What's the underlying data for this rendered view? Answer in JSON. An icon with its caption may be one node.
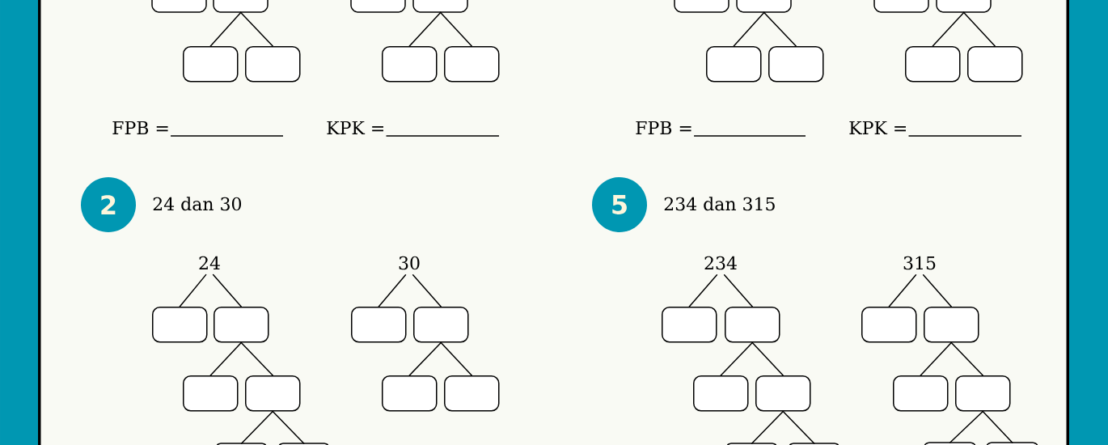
{
  "diagram": {
    "nodes": [
      {
        "text": [],
        "shape": "box"
      },
      {
        "text": [],
        "shape": "box"
      },
      {
        "text": [],
        "shape": "box"
      },
      {
        "text": [],
        "shape": "box"
      },
      {
        "text": [],
        "shape": "box"
      },
      {
        "text": [],
        "shape": "box"
      },
      {
        "text": [],
        "shape": "box"
      },
      {
        "text": [],
        "shape": "box"
      },
      {
        "text": [],
        "shape": "box"
      },
      {
        "text": [],
        "shape": "box"
      },
      {
        "text": [],
        "shape": "box"
      },
      {
        "text": [],
        "shape": "box"
      },
      {
        "text": [],
        "shape": "box"
      },
      {
        "text": [],
        "shape": "box"
      },
      {
        "text": [],
        "shape": "box"
      },
      {
        "text": [],
        "shape": "box"
      },
      {
        "text": [
          "2"
        ],
        "beside": [
          "24 dan 30"
        ]
      },
      {
        "text": [
          "5"
        ],
        "beside": [
          "234 dan 315"
        ]
      },
      {
        "text": [
          "24"
        ]
      },
      {
        "text": [
          "30"
        ]
      },
      {
        "text": [
          "234"
        ]
      },
      {
        "text": [
          "315"
        ]
      },
      {
        "text": [],
        "shape": "box"
      },
      {
        "text": [],
        "shape": "box"
      },
      {
        "text": [],
        "shape": "box"
      },
      {
        "text": [],
        "shape": "box"
      },
      {
        "text": [],
        "shape": "box"
      },
      {
        "text": [],
        "shape": "box"
      },
      {
        "text": [],
        "shape": "box"
      },
      {
        "text": [],
        "shape": "box"
      },
      {
        "text": [],
        "shape": "box"
      },
      {
        "text": [],
        "shape": "box"
      },
      {
        "text": [],
        "shape": "box"
      },
      {
        "text": [],
        "shape": "box"
      },
      {
        "text": [],
        "shape": "box"
      },
      {
        "text": [],
        "shape": "box"
      },
      {
        "text": [],
        "shape": "box"
      },
      {
        "text": [],
        "shape": "box"
      },
      {
        "text": [],
        "shape": "box"
      },
      {
        "text": [],
        "shape": "box"
      },
      {
        "text": [],
        "shape": "box"
      },
      {
        "text": [],
        "shape": "box"
      },
      {
        "text": [],
        "shape": "box"
      },
      {
        "text": [],
        "shape": "box"
      }
    ],
    "edges": [
      {
        "from": 1,
        "to": 8,
        "arrow": "none"
      },
      {
        "from": 1,
        "to": 9,
        "arrow": "none"
      },
      {
        "from": 3,
        "to": 10,
        "arrow": "none"
      },
      {
        "from": 3,
        "to": 11,
        "arrow": "none"
      },
      {
        "from": 5,
        "to": 12,
        "arrow": "none"
      },
      {
        "from": 5,
        "to": 13,
        "arrow": "none"
      },
      {
        "from": 7,
        "to": 14,
        "arrow": "none"
      },
      {
        "from": 7,
        "to": 15,
        "arrow": "none"
      },
      {
        "from": 18,
        "to": 22,
        "arrow": "none"
      },
      {
        "from": 18,
        "to": 23,
        "arrow": "none"
      },
      {
        "from": 19,
        "to": 24,
        "arrow": "none"
      },
      {
        "from": 19,
        "to": 25,
        "arrow": "none"
      },
      {
        "from": 20,
        "to": 26,
        "arrow": "none"
      },
      {
        "from": 20,
        "to": 27,
        "arrow": "none"
      },
      {
        "from": 21,
        "to": 28,
        "arrow": "none"
      },
      {
        "from": 21,
        "to": 29,
        "arrow": "none"
      },
      {
        "from": 23,
        "to": 30,
        "arrow": "none"
      },
      {
        "from": 23,
        "to": 31,
        "arrow": "none"
      },
      {
        "from": 25,
        "to": 32,
        "arrow": "none"
      },
      {
        "from": 25,
        "to": 33,
        "arrow": "none"
      },
      {
        "from": 27,
        "to": 34,
        "arrow": "none"
      },
      {
        "from": 27,
        "to": 35,
        "arrow": "none"
      },
      {
        "from": 29,
        "to": 36,
        "arrow": "none"
      },
      {
        "from": 29,
        "to": 37,
        "arrow": "none"
      },
      {
        "from": 31,
        "to": 38,
        "arrow": "none"
      },
      {
        "from": 31,
        "to": 39,
        "arrow": "none"
      },
      {
        "from": 35,
        "to": 40,
        "arrow": "none"
      },
      {
        "from": 35,
        "to": 41,
        "arrow": "none"
      },
      {
        "from": 37,
        "to": 42,
        "arrow": "none"
      },
      {
        "from": 37,
        "to": 43,
        "arrow": "none"
      }
    ],
    "labels": [
      "FPB =",
      "KPK =",
      "FPB =",
      "KPK ="
    ]
  }
}
